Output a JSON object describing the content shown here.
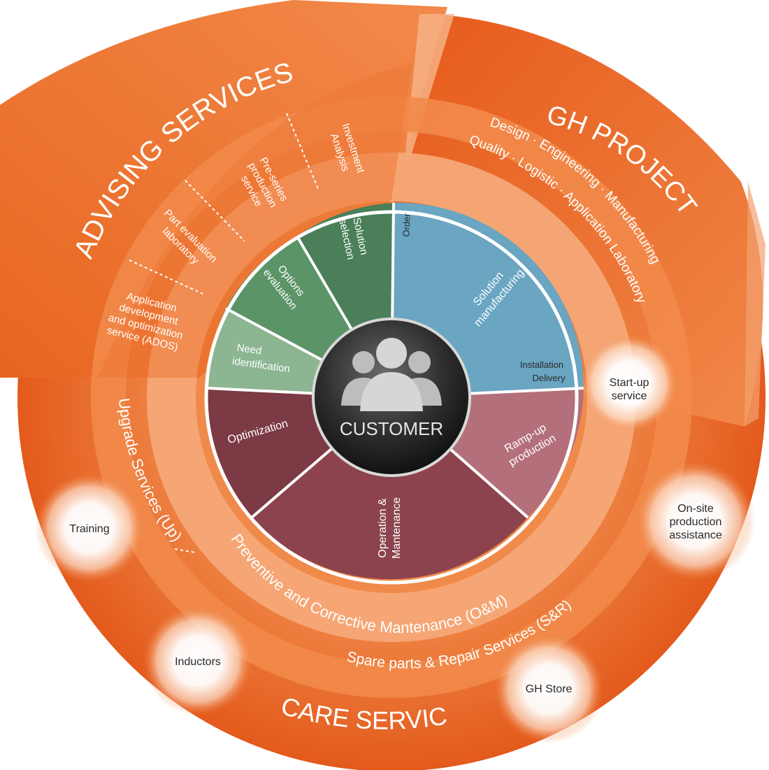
{
  "customer_label": "CUSTOMER",
  "sectors": {
    "advising": {
      "title": "ADVISING SERVICES (Ad)",
      "items": {
        "investment": [
          "Investment",
          "Analysis"
        ],
        "preseries": [
          "Pre-series",
          "production",
          "service"
        ],
        "part_eval": [
          "Part evaluation",
          "laboratory"
        ],
        "ados": [
          "Application",
          "development",
          "and optimization",
          "service (ADOS)"
        ]
      }
    },
    "project": {
      "title": "GH PROJECT",
      "line1": "Design · Engineering · Manufacturing",
      "line2": "Quality · Logistic · Application Laboratory",
      "startup": [
        "Start-up",
        "service"
      ]
    },
    "care": {
      "title": "CARE SERVICE",
      "upgrade": "Upgrade Services (Up)",
      "preventive": "Preventive and Corrective Mantenance (O&M)",
      "spare": "Spare parts & Repair Services (S&R)",
      "bubbles": {
        "training": "Training",
        "inductors": "Inductors",
        "store": "GH Store",
        "onsite": [
          "On-site",
          "production",
          "assistance"
        ]
      }
    }
  },
  "inner_wheel": {
    "need": [
      "Need",
      "identification"
    ],
    "options": [
      "Options",
      "evaluation"
    ],
    "solution_selection": [
      "Solution",
      "selection"
    ],
    "order": "Order",
    "manufacturing": [
      "Solution",
      "manufacturing"
    ],
    "installation": [
      "Installation",
      "Delivery"
    ],
    "rampup": [
      "Ramp-up",
      "production"
    ],
    "operation": [
      "Operation &",
      "Mantenance"
    ],
    "optimization": "Optimization"
  },
  "colors": {
    "orange_dark": "#e4581a",
    "orange": "#ee7b35",
    "orange_light": "#f59b63",
    "green": "#4e8a5c",
    "green_light": "#8cb592",
    "blue": "#5f9cbc",
    "maroon": "#7c2f39",
    "maroon_light": "#b86f78"
  }
}
